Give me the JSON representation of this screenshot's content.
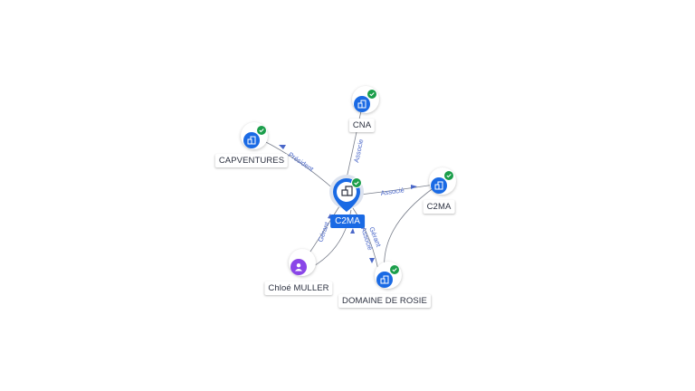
{
  "nodes": {
    "center": {
      "label": "C2MA",
      "icon": "company-icon",
      "verified": true
    },
    "cna": {
      "label": "CNA",
      "icon": "company-icon",
      "verified": true
    },
    "capventures": {
      "label": "CAPVENTURES",
      "icon": "company-icon",
      "verified": true
    },
    "c2ma_right": {
      "label": "C2MA",
      "icon": "company-icon",
      "verified": true
    },
    "chloe": {
      "label": "Chloé MULLER",
      "icon": "person-icon",
      "verified": false
    },
    "domaine": {
      "label": "DOMAINE DE ROSIE",
      "icon": "company-icon",
      "verified": true
    }
  },
  "edges": {
    "cna": {
      "label": "Associe"
    },
    "capventures": {
      "label": "Président"
    },
    "c2ma_right": {
      "label": "Associé"
    },
    "chloe": {
      "label": "Gérant"
    },
    "domaine_a": {
      "label": "Associé"
    },
    "domaine_b": {
      "label": "Gérant"
    }
  },
  "colors": {
    "company": "#1a6ae4",
    "person": "#8a46e8",
    "verified": "#1b9e4b",
    "edge_label": "#4a67c9"
  }
}
